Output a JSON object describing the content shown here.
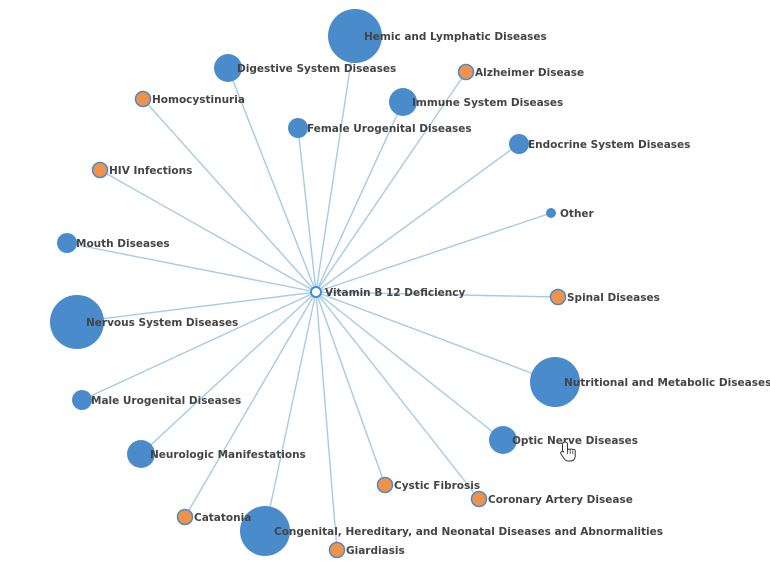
{
  "graph": {
    "center": {
      "label": "Vitamin B 12 Deficiency"
    },
    "nodes": [
      {
        "label": "Hemic and Lymphatic Diseases",
        "type": "category",
        "size": "xl"
      },
      {
        "label": "Digestive System Diseases",
        "type": "category",
        "size": "m"
      },
      {
        "label": "Alzheimer Disease",
        "type": "disease",
        "size": "s"
      },
      {
        "label": "Homocystinuria",
        "type": "disease",
        "size": "s"
      },
      {
        "label": "Immune System Diseases",
        "type": "category",
        "size": "m"
      },
      {
        "label": "Female Urogenital Diseases",
        "type": "category",
        "size": "sm"
      },
      {
        "label": "Endocrine System Diseases",
        "type": "category",
        "size": "sm"
      },
      {
        "label": "HIV Infections",
        "type": "disease",
        "size": "s"
      },
      {
        "label": "Other",
        "type": "category",
        "size": "xs"
      },
      {
        "label": "Mouth Diseases",
        "type": "category",
        "size": "sm"
      },
      {
        "label": "Spinal Diseases",
        "type": "disease",
        "size": "s"
      },
      {
        "label": "Nervous System Diseases",
        "type": "category",
        "size": "xl"
      },
      {
        "label": "Nutritional and Metabolic Diseases",
        "type": "category",
        "size": "l"
      },
      {
        "label": "Male Urogenital Diseases",
        "type": "category",
        "size": "sm"
      },
      {
        "label": "Optic Nerve Diseases",
        "type": "category",
        "size": "m"
      },
      {
        "label": "Neurologic Manifestations",
        "type": "category",
        "size": "m"
      },
      {
        "label": "Cystic Fibrosis",
        "type": "disease",
        "size": "s"
      },
      {
        "label": "Coronary Artery Disease",
        "type": "disease",
        "size": "s"
      },
      {
        "label": "Catatonia",
        "type": "disease",
        "size": "s"
      },
      {
        "label": "Congenital, Hereditary, and Neonatal Diseases and Abnormalities",
        "type": "category",
        "size": "l"
      },
      {
        "label": "Giardiasis",
        "type": "disease",
        "size": "s"
      }
    ]
  },
  "colors": {
    "category": "#4a8ccb",
    "disease": "#f0924a",
    "link": "#a6cbe3",
    "label": "#444444"
  }
}
